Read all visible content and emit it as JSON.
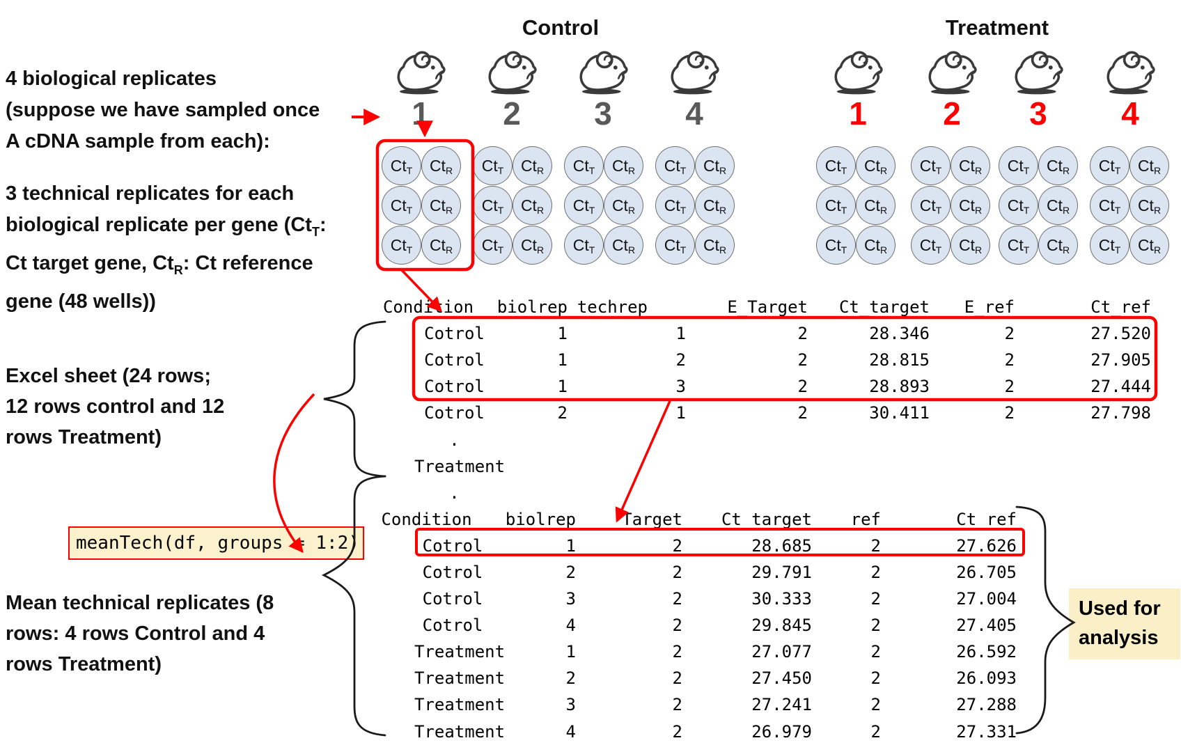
{
  "groups": {
    "control": {
      "title": "Control",
      "number_color": "#595959",
      "mice": [
        "1",
        "2",
        "3",
        "4"
      ]
    },
    "treatment": {
      "title": "Treatment",
      "number_color": "#ff0000",
      "mice": [
        "1",
        "2",
        "3",
        "4"
      ]
    }
  },
  "well_labels": {
    "target": {
      "base": "Ct",
      "sub": "T"
    },
    "reference": {
      "base": "Ct",
      "sub": "R"
    }
  },
  "annotations": {
    "bio": [
      "4 biological replicates",
      "(suppose we have sampled once",
      "A cDNA sample from each):"
    ],
    "tech": {
      "l1": "3 technical replicates for each",
      "l2a": "biological replicate per gene (Ct",
      "l2sub": "T",
      "l2b": ":",
      "l3a": "Ct target gene, Ct",
      "l3sub": "R",
      "l3b": ": Ct reference",
      "l4": "gene (48 wells))"
    },
    "excel": [
      "Excel sheet (24 rows;",
      "12 rows control and 12",
      "rows Treatment)"
    ],
    "mean": [
      "Mean technical replicates (8",
      "rows: 4 rows Control and 4",
      "rows Treatment)"
    ]
  },
  "code_box": {
    "text": "meanTech(df, groups = 1:2)"
  },
  "used_for_analysis": [
    "Used for",
    "analysis"
  ],
  "table1": {
    "headers": [
      "Condition",
      "biolrep",
      "techrep",
      "E_Target",
      "Ct_target",
      "E_ref",
      "Ct_ref"
    ],
    "rows": [
      [
        "Cotrol",
        "1",
        "1",
        "2",
        "28.346",
        "2",
        "27.520"
      ],
      [
        "Cotrol",
        "1",
        "2",
        "2",
        "28.815",
        "2",
        "27.905"
      ],
      [
        "Cotrol",
        "1",
        "3",
        "2",
        "28.893",
        "2",
        "27.444"
      ],
      [
        "Cotrol",
        "2",
        "1",
        "2",
        "30.411",
        "2",
        "27.798"
      ]
    ],
    "ellipsis1": ".",
    "continuation": "Treatment",
    "ellipsis2": "."
  },
  "table2": {
    "headers": [
      "Condition",
      "biolrep",
      "Target",
      "Ct_target",
      "ref",
      "Ct_ref"
    ],
    "rows": [
      [
        "Cotrol",
        "1",
        "2",
        "28.685",
        "2",
        "27.626"
      ],
      [
        "Cotrol",
        "2",
        "2",
        "29.791",
        "2",
        "26.705"
      ],
      [
        "Cotrol",
        "3",
        "2",
        "30.333",
        "2",
        "27.004"
      ],
      [
        "Cotrol",
        "4",
        "2",
        "29.845",
        "2",
        "27.405"
      ],
      [
        "Treatment",
        "1",
        "2",
        "27.077",
        "2",
        "26.592"
      ],
      [
        "Treatment",
        "2",
        "2",
        "27.450",
        "2",
        "26.093"
      ],
      [
        "Treatment",
        "3",
        "2",
        "27.241",
        "2",
        "27.288"
      ],
      [
        "Treatment",
        "4",
        "2",
        "26.979",
        "2",
        "27.331"
      ]
    ]
  },
  "colors": {
    "accent_red": "#ff0000",
    "highlight_yellow": "#fbf1cc",
    "well_fill": "#dbe5f2",
    "well_border": "#6e6e6e",
    "control_number_gray": "#595959"
  }
}
